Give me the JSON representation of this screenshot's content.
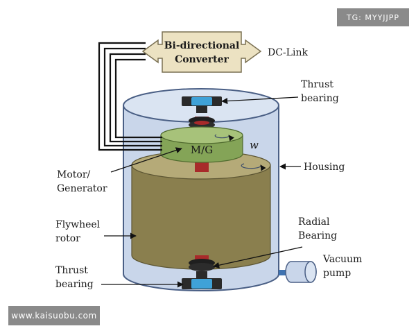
{
  "converter": {
    "line1": "Bi-directional",
    "line2": "Converter"
  },
  "dc_link": "DC-Link",
  "mg_label": "M/G",
  "omega": "w",
  "labels": {
    "thrust_top_1": "Thrust",
    "thrust_top_2": "bearing",
    "housing": "Housing",
    "motor_1": "Motor/",
    "motor_2": "Generator",
    "flywheel_1": "Flywheel",
    "flywheel_2": "rotor",
    "radial_1": "Radial",
    "radial_2": "Bearing",
    "vacuum_1": "Vacuum",
    "vacuum_2": "pump",
    "thrust_bot_1": "Thrust",
    "thrust_bot_2": "bearing"
  },
  "watermarks": {
    "top": "TG: MYYJJPP",
    "bottom": "www.kaisuobu.com"
  },
  "colors": {
    "housing_fill": "#c9d6ea",
    "housing_stroke": "#4a5f85",
    "rotor_fill": "#8a7f4e",
    "rotor_top": "#b5aa78",
    "mg_fill": "#84a457",
    "mg_top": "#a7c27a",
    "shaft": "#a82a2a",
    "bearing_blue": "#3fa2d8",
    "converter_fill": "#ece2c2",
    "converter_stroke": "#7a7052"
  }
}
